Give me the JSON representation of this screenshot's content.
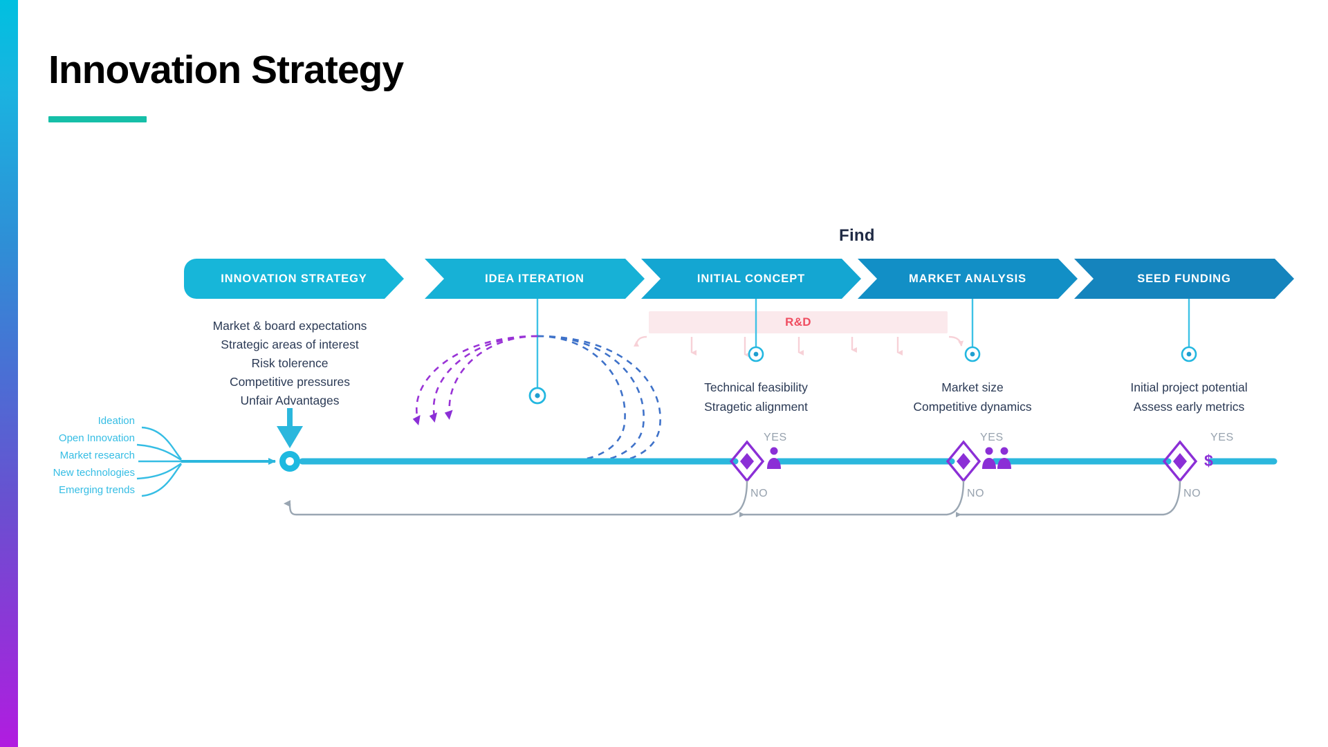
{
  "slide": {
    "title": "Innovation Strategy",
    "accent_rule_color": "#16bfa8",
    "rail_gradient_from": "#00c0e0",
    "rail_gradient_to": "#b11ce0",
    "background": "#ffffff"
  },
  "find_label": "Find",
  "phases": [
    {
      "label": "INNOVATION STRATEGY",
      "color": "#17b6d9"
    },
    {
      "label": "IDEA ITERATION",
      "color": "#17b1d6"
    },
    {
      "label": "INITIAL CONCEPT",
      "color": "#14a6d2"
    },
    {
      "label": "MARKET ANALYSIS",
      "color": "#128fc6"
    },
    {
      "label": "SEED FUNDING",
      "color": "#1584bd"
    }
  ],
  "inputs": {
    "color": "#35bde4",
    "items": [
      "Ideation",
      "Open Innovation",
      "Market research",
      "New technologies",
      "Emerging trends"
    ]
  },
  "strategy_points": [
    "Market & board expectations",
    "Strategic areas of interest",
    "Risk tolerence",
    "Competitive pressures",
    "Unfair Advantages"
  ],
  "rd": {
    "label": "R&D",
    "band_color": "#fbe9ec",
    "text_color": "#ef4055"
  },
  "criteria": [
    {
      "phase": "INITIAL CONCEPT",
      "lines": [
        "Technical feasibility",
        "Stragetic alignment"
      ]
    },
    {
      "phase": "MARKET ANALYSIS",
      "lines": [
        "Market size",
        "Competitive dynamics"
      ]
    },
    {
      "phase": "SEED FUNDING",
      "lines": [
        "Initial project potential",
        "Assess early metrics"
      ]
    }
  ],
  "decisions": [
    {
      "yes": "YES",
      "no": "NO",
      "glyph": "person-icon",
      "color": "#8b2fd6"
    },
    {
      "yes": "YES",
      "no": "NO",
      "glyph": "people-icon",
      "color": "#8b2fd6"
    },
    {
      "yes": "YES",
      "no": "NO",
      "glyph": "dollar-icon",
      "color": "#8b2fd6",
      "symbol": "$"
    }
  ],
  "iteration": {
    "loop_color_left": "#9933d6",
    "loop_color_right": "#3f72c9",
    "loops": 3
  },
  "timeline": {
    "color": "#2bb7dd",
    "loopback_color": "#9aa6b2"
  }
}
